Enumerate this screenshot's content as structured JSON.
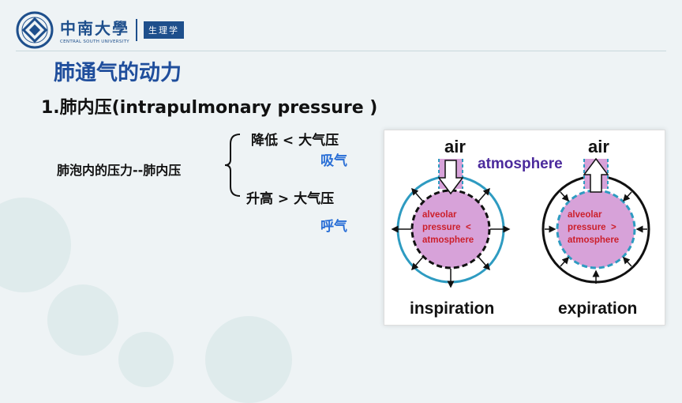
{
  "header": {
    "university_cn": "中南大學",
    "university_en": "CENTRAL SOUTH UNIVERSITY",
    "department": "生理学"
  },
  "slide": {
    "title": "肺通气的动力",
    "subtitle": "1.肺内压(intrapulmonary pressure )",
    "left_label": "肺泡内的压力--肺内压",
    "branch_up": "降低 < 大气压",
    "result_up": "吸气",
    "branch_down": "升高 > 大气压",
    "result_down": "呼气"
  },
  "figure": {
    "air_left": "air",
    "air_right": "air",
    "atmosphere": "atmosphere",
    "left_text": [
      "alveolar",
      "pressure  <",
      "atmosphere"
    ],
    "right_text": [
      "alveolar",
      "pressure  >",
      "atmosphere"
    ],
    "label_left": "inspiration",
    "label_right": "expiration"
  },
  "colors": {
    "title_blue": "#1f4e9c",
    "result_blue": "#2a6fd6",
    "alveolus_fill": "#d7a2d9",
    "ring_blue": "#2e9bc1",
    "label_red": "#cc1f2b",
    "atmosphere_text": "#4b2a9c"
  }
}
